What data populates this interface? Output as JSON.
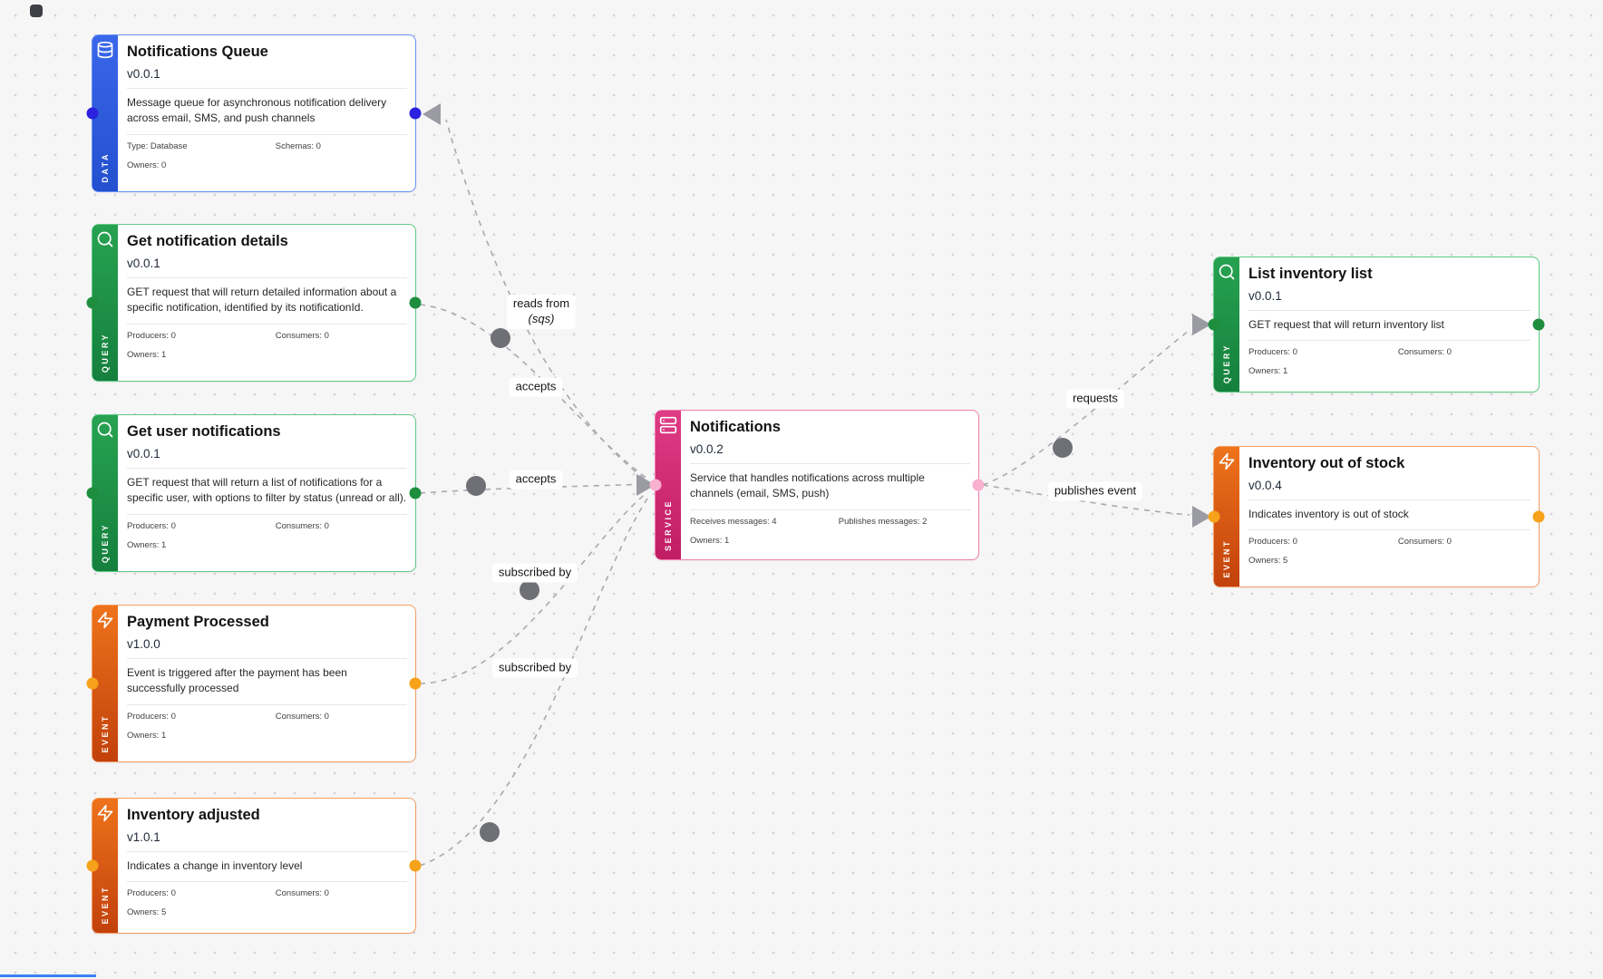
{
  "canvas": {
    "background": "#f6f6f7",
    "grid_dot_color": "#d4d4d8"
  },
  "colors": {
    "data_blue": "#2f5ce0",
    "query_green": "#1e9e4a",
    "event_orange": "#e8671c",
    "service_pink": "#d6246e",
    "edge_gray": "#a9a9b0",
    "arrow_gray": "#9b9ba3",
    "midpoint_dot_gray": "#6f7076",
    "handle_data": "#2b21de",
    "handle_query": "#1e8e3e",
    "handle_event": "#f6a21a",
    "handle_service": "#f8b1ce"
  },
  "nodes": [
    {
      "type_label": "DATA",
      "icon": "database-icon",
      "title": "Notifications Queue",
      "version": "v0.0.1",
      "description": "Message queue for asynchronous notification delivery across email, SMS, and push channels",
      "stats": {
        "a": "Type: Database",
        "b": "Schemas: 0",
        "c": "Owners: 0"
      }
    },
    {
      "type_label": "QUERY",
      "icon": "search-icon",
      "title": "Get notification details",
      "version": "v0.0.1",
      "description": "GET request that will return detailed information about a specific notification, identified by its notificationId.",
      "stats": {
        "a": "Producers: 0",
        "b": "Consumers: 0",
        "c": "Owners: 1"
      }
    },
    {
      "type_label": "QUERY",
      "icon": "search-icon",
      "title": "Get user notifications",
      "version": "v0.0.1",
      "description": "GET request that will return a list of notifications for a specific user, with options to filter by status (unread or all).",
      "stats": {
        "a": "Producers: 0",
        "b": "Consumers: 0",
        "c": "Owners: 1"
      }
    },
    {
      "type_label": "EVENT",
      "icon": "lightning-icon",
      "title": "Payment Processed",
      "version": "v1.0.0",
      "description": "Event is triggered after the payment has been successfully processed",
      "stats": {
        "a": "Producers: 0",
        "b": "Consumers: 0",
        "c": "Owners: 1"
      }
    },
    {
      "type_label": "EVENT",
      "icon": "lightning-icon",
      "title": "Inventory adjusted",
      "version": "v1.0.1",
      "description": "Indicates a change in inventory level",
      "stats": {
        "a": "Producers: 0",
        "b": "Consumers: 0",
        "c": "Owners: 5"
      }
    },
    {
      "type_label": "SERVICE",
      "icon": "server-icon",
      "title": "Notifications",
      "version": "v0.0.2",
      "description": "Service that handles notifications across multiple channels (email, SMS, push)",
      "stats": {
        "a": "Receives messages: 4",
        "b": "Publishes messages: 2",
        "c": "Owners: 1"
      }
    },
    {
      "type_label": "QUERY",
      "icon": "search-icon",
      "title": "List inventory list",
      "version": "v0.0.1",
      "description": "GET request that will return inventory list",
      "stats": {
        "a": "Producers: 0",
        "b": "Consumers: 0",
        "c": "Owners: 1"
      }
    },
    {
      "type_label": "EVENT",
      "icon": "lightning-icon",
      "title": "Inventory out of stock",
      "version": "v0.0.4",
      "description": "Indicates inventory is out of stock",
      "stats": {
        "a": "Producers: 0",
        "b": "Consumers: 0",
        "c": "Owners: 5"
      }
    }
  ],
  "edge_labels": {
    "reads_from": {
      "text": "reads from",
      "subtext": "(sqs)"
    },
    "accepts_1": {
      "text": "accepts"
    },
    "accepts_2": {
      "text": "accepts"
    },
    "subscribed_by_1": {
      "text": "subscribed by"
    },
    "subscribed_by_2": {
      "text": "subscribed by"
    },
    "requests": {
      "text": "requests"
    },
    "publishes_event": {
      "text": "publishes event"
    }
  }
}
